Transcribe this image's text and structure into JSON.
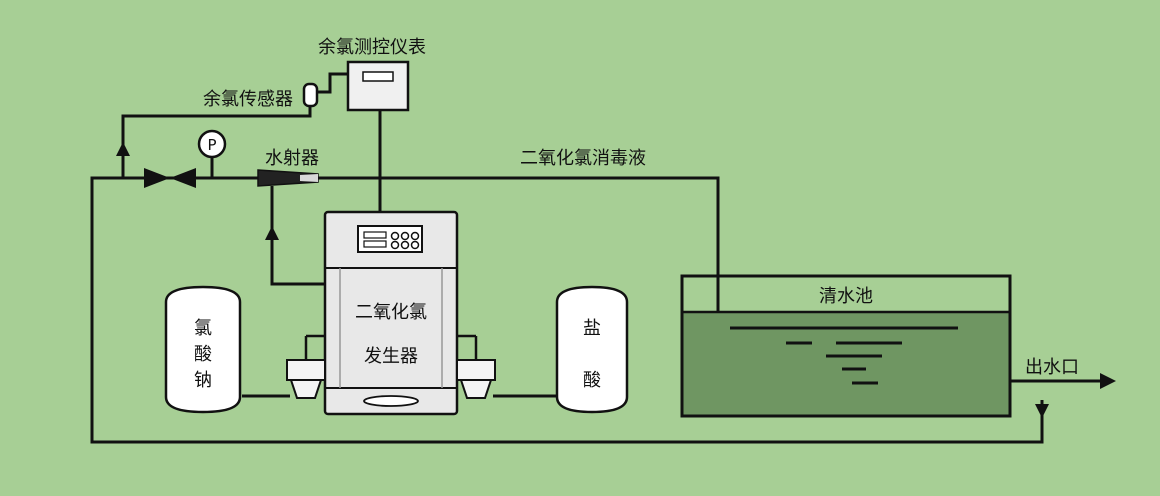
{
  "colors": {
    "background": "#a7cf95",
    "line": "#111111",
    "equipment_fill": "#e6e6e6",
    "tank_fill": "#ffffff",
    "water": "#6f9662"
  },
  "labels": {
    "residual_chlorine_meter": "余氯测控仪表",
    "residual_chlorine_sensor": "余氯传感器",
    "water_ejector": "水射器",
    "chlorine_dioxide_solution": "二氧化氯消毒液",
    "generator_line1": "二氧化氯",
    "generator_line2": "发生器",
    "sodium_chlorate": [
      "氯",
      "酸",
      "钠"
    ],
    "hydrochloric_acid": [
      "盐",
      "酸"
    ],
    "clear_water_tank": "清水池",
    "water_outlet": "出水口",
    "pressure_gauge": "P"
  },
  "icons": {
    "pressure_gauge": "pressure-gauge-icon",
    "check_valve": "check-valve-icon",
    "metering_pump": "metering-pump-icon",
    "flow_arrow": "flow-arrow-icon"
  }
}
